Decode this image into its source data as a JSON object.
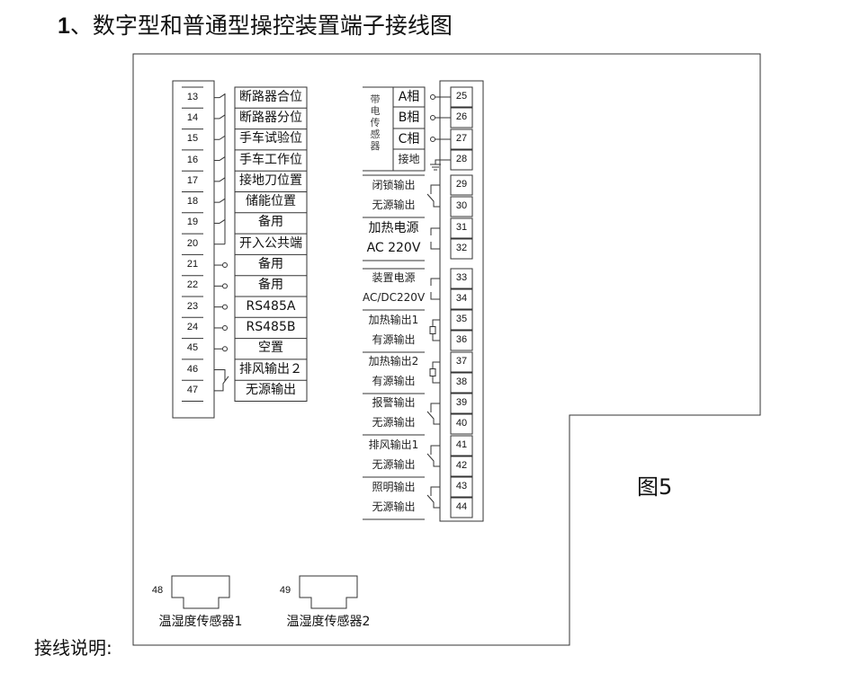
{
  "title": {
    "number": "1",
    "text": "、数字型和普通型操控装置端子接线图"
  },
  "figure_label": "图5",
  "wiring_note": "接线说明:",
  "left_terminals": [
    {
      "num": "13",
      "label": "断路器合位"
    },
    {
      "num": "14",
      "label": "断路器分位"
    },
    {
      "num": "15",
      "label": "手车试验位"
    },
    {
      "num": "16",
      "label": "手车工作位"
    },
    {
      "num": "17",
      "label": "接地刀位置"
    },
    {
      "num": "18",
      "label": "储能位置"
    },
    {
      "num": "19",
      "label": "备用"
    },
    {
      "num": "20",
      "label": "开入公共端"
    },
    {
      "num": "21",
      "label": "备用"
    },
    {
      "num": "22",
      "label": "备用"
    },
    {
      "num": "23",
      "label": "RS485A"
    },
    {
      "num": "24",
      "label": "RS485B"
    },
    {
      "num": "45",
      "label": "空置"
    },
    {
      "num": "46",
      "label": "排风输出２"
    },
    {
      "num": "47",
      "label": "无源输出"
    }
  ],
  "sensor_group": {
    "title": "带电传感器",
    "phases": [
      {
        "num": "25",
        "label": "A相"
      },
      {
        "num": "26",
        "label": "B相"
      },
      {
        "num": "27",
        "label": "C相"
      },
      {
        "num": "28",
        "label": "接地"
      }
    ]
  },
  "right_groups": [
    {
      "nums": [
        "29",
        "30"
      ],
      "lines": [
        "闭锁输出",
        "无源输出"
      ],
      "type": "switch"
    },
    {
      "nums": [
        "31",
        "32"
      ],
      "lines": [
        "加热电源",
        "AC 220V"
      ],
      "type": "bracket"
    },
    {
      "nums": [
        "33",
        "34"
      ],
      "lines": [
        "装置电源",
        "AC/DC220V"
      ],
      "type": "bracket"
    },
    {
      "nums": [
        "35",
        "36"
      ],
      "lines": [
        "加热输出1",
        "有源输出"
      ],
      "type": "resistor"
    },
    {
      "nums": [
        "37",
        "38"
      ],
      "lines": [
        "加热输出2",
        "有源输出"
      ],
      "type": "resistor"
    },
    {
      "nums": [
        "39",
        "40"
      ],
      "lines": [
        "报警输出",
        "无源输出"
      ],
      "type": "switch"
    },
    {
      "nums": [
        "41",
        "42"
      ],
      "lines": [
        "排风输出1",
        "无源输出"
      ],
      "type": "switch"
    },
    {
      "nums": [
        "43",
        "44"
      ],
      "lines": [
        "照明输出",
        "无源输出"
      ],
      "type": "switch"
    }
  ],
  "sensors": [
    {
      "num": "48",
      "label": "温湿度传感器1"
    },
    {
      "num": "49",
      "label": "温湿度传感器2"
    }
  ]
}
